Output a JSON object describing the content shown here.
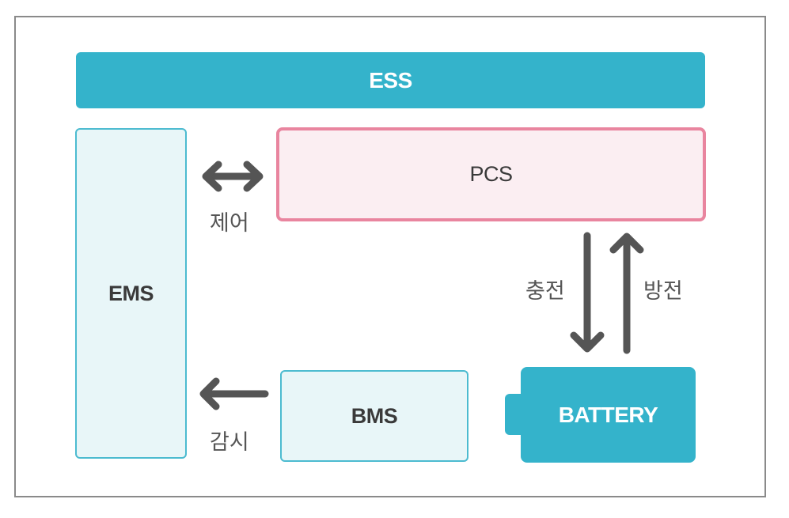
{
  "diagram": {
    "title": "ESS",
    "components": {
      "ess": "ESS",
      "ems": "EMS",
      "pcs": "PCS",
      "bms": "BMS",
      "battery": "BATTERY"
    },
    "connections": [
      {
        "from": "EMS",
        "to": "PCS",
        "direction": "bidirectional",
        "label": "제어"
      },
      {
        "from": "PCS",
        "to": "BATTERY",
        "direction": "down",
        "label": "충전"
      },
      {
        "from": "BATTERY",
        "to": "PCS",
        "direction": "up",
        "label": "방전"
      },
      {
        "from": "BMS",
        "to": "EMS",
        "direction": "left",
        "label": "감시"
      }
    ],
    "colors": {
      "teal": "#34b3cb",
      "teal_border": "#4cbbd0",
      "light_teal_bg": "#e8f6f8",
      "pink_border": "#e9859f",
      "pink_bg": "#fbeef2",
      "arrow": "#555555"
    }
  }
}
